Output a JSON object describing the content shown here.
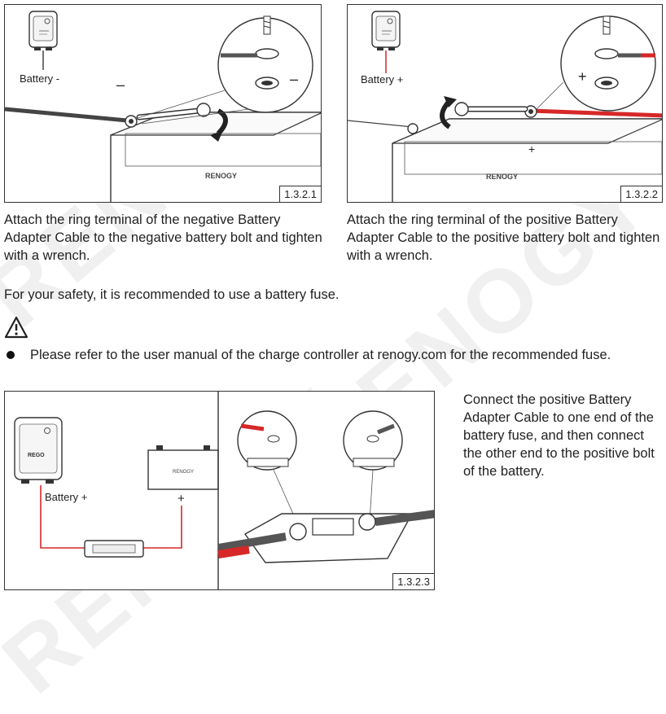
{
  "figures": [
    {
      "id": "1.3.2.1",
      "battery_label": "Battery -",
      "sign": "–",
      "brand": "RENOGY"
    },
    {
      "id": "1.3.2.2",
      "battery_label": "Battery +",
      "sign": "+",
      "brand": "RENOGY"
    },
    {
      "id": "1.3.2.3",
      "battery_label": "Battery +",
      "sign": "+",
      "brand": "RENOGY",
      "device": "REGO"
    }
  ],
  "captions": {
    "left": "Attach the ring terminal of the negative Battery Adapter Cable to the negative battery bolt and tighten with a wrench.",
    "right": "Attach the ring terminal of the positive Battery Adapter Cable to the positive battery bolt and tighten with a wrench.",
    "fuse_step": "Connect the positive Battery Adapter Cable to one end of the battery fuse, and then connect the other end to the positive bolt of the battery."
  },
  "safety_note": "For your safety, it is recommended to use a battery fuse.",
  "bullet_note": "Please refer to the user manual of the charge controller at renogy.com for the recommended fuse.",
  "watermark": "RENOGY",
  "colors": {
    "positive_cable": "#d62828",
    "negative_cable": "#444444",
    "outline": "#333333"
  }
}
